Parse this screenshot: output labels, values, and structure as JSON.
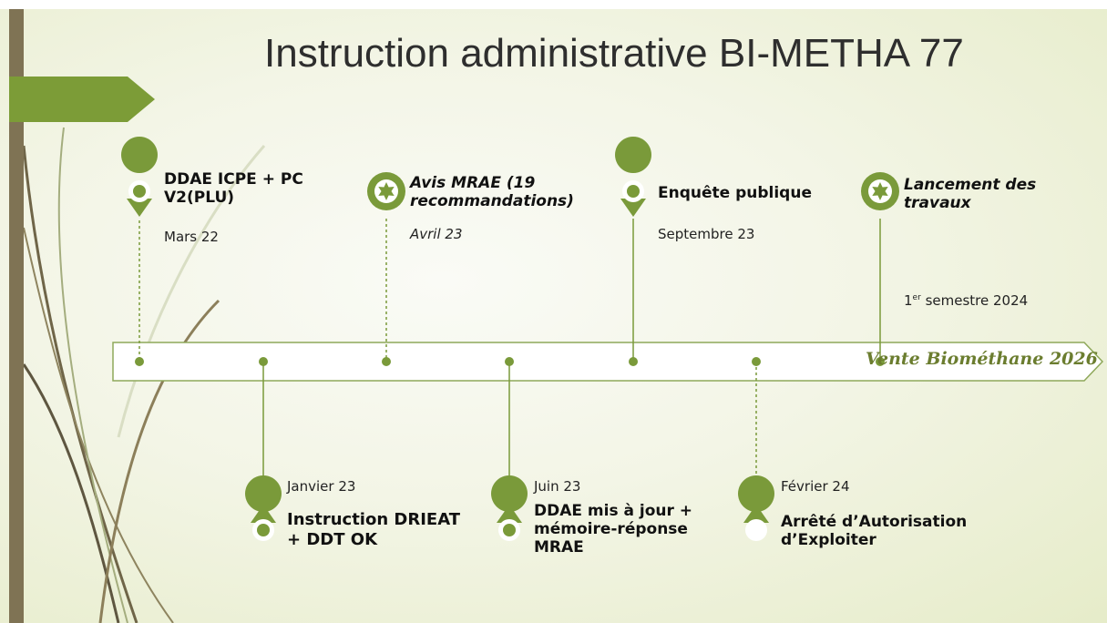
{
  "title": "Instruction administrative BI-METHA 77",
  "end_label": "Vente Biométhane 2026",
  "colors": {
    "accent": "#7a9a3a",
    "bar": "#7f7354",
    "text": "#111111"
  },
  "milestones_top": [
    {
      "label": "DDAE ICPE + PC V2(PLU)",
      "date": "Mars 22",
      "icon": "location-pin-icon",
      "italic": false
    },
    {
      "label": "Avis MRAE (19 recommandations)",
      "date": "Avril 23",
      "icon": "seal-badge-icon",
      "italic": true
    },
    {
      "label": "Enquête publique",
      "date": "Septembre 23",
      "icon": "location-pin-icon",
      "italic": false
    },
    {
      "label": "Lancement des travaux",
      "date_sup": "er",
      "date_prefix": "1",
      "date_rest": " semestre 2024",
      "icon": "seal-badge-icon",
      "italic": true
    }
  ],
  "milestones_bottom": [
    {
      "label": "Instruction DRIEAT + DDT OK",
      "date": "Janvier 23",
      "icon": "location-pin-icon"
    },
    {
      "label": "DDAE mis à jour + mémoire-réponse MRAE",
      "date": "Juin 23",
      "icon": "location-pin-icon"
    },
    {
      "label": "Arrêté d’Autorisation d’Exploiter",
      "date": "Février 24",
      "icon": "location-pin-icon"
    }
  ]
}
